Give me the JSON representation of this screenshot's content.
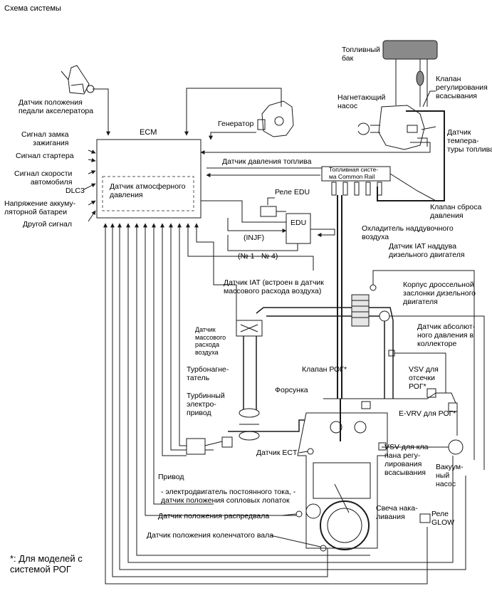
{
  "title": "Схема системы",
  "ecm": "ECM",
  "ecm_inner": "Датчик атмосферного\nдавления",
  "footnote": "*: Для моделей с\nсистемой РОГ",
  "labels": {
    "pedal_sensor": "Датчик положения\nпедали акселератора",
    "ign_signal": "Сигнал замка\nзажигания",
    "starter_signal": "Сигнал стартера",
    "speed_signal": "Сигнал скорости\nавтомобиля",
    "dlc3": "DLC3",
    "battery_voltage": "Напряжение аккуму-\nляторной батареи",
    "other_signal": "Другой сигнал",
    "generator": "Генератор",
    "fuel_tank": "Топливный\nбак",
    "pump": "Нагнетающий\nнасос",
    "suction_valve": "Клапан\nрегулирования\nвсасывания",
    "fuel_temp": "Датчик\nтемпера-\nтуры топлива",
    "fuel_pressure": "Датчик давления топлива",
    "common_rail": "Топливная систе-\nма Common Rail",
    "relief_valve": "Клапан сброса\nдавления",
    "edu_relay": "Реле EDU",
    "edu": "EDU",
    "injf": "(INJF)",
    "n1n4": "(№ 1 - № 4)",
    "intercooler": "Охладитель наддувочного\nвоздуха",
    "iat_boost": "Датчик IAT наддува\nдизельного двигателя",
    "iat_maf": "Датчик IAT (встроен в датчик\nмассового расхода воздуха)",
    "maf": "Датчик\nмассового\nрасхода\nвоздуха",
    "throttle_body": "Корпус дроссельной\nзаслонки дизельного\nдвигателя",
    "map_sensor": "Датчик абсолют-\nного давления в\nколлекторе",
    "turbo": "Турбонагне-\nтатель",
    "egr_valve": "Клапан РОГ*",
    "vsv_egr": "VSV для\nотсечки\nРОГ*",
    "injector": "Форсунка",
    "turbo_actuator": "Турбинный\nэлектро-\nпривод",
    "evrv": "E-VRV для РОГ*",
    "ect": "Датчик ECT",
    "drive": "Привод",
    "vsv_intake": "VSV для кла-\nпана регу-\nлирования\nвсасывания",
    "vacuum_pump": "Вакуум-\nный\nнасос",
    "dc_motor": "- электродвигатель постоянного тока, -\nдатчик положения сопловых лопаток",
    "glow_plug": "Свеча нака-\nливания",
    "cam_sensor": "Датчик положения распредвала",
    "glow_relay": "Реле\nGLOW",
    "crank_sensor": "Датчик положения коленчатого вала"
  },
  "colors": {
    "line": "#1a1a1a",
    "dash": "#555555",
    "fill_gray": "#8a8a8a",
    "fill_light": "#e6e6e6"
  }
}
